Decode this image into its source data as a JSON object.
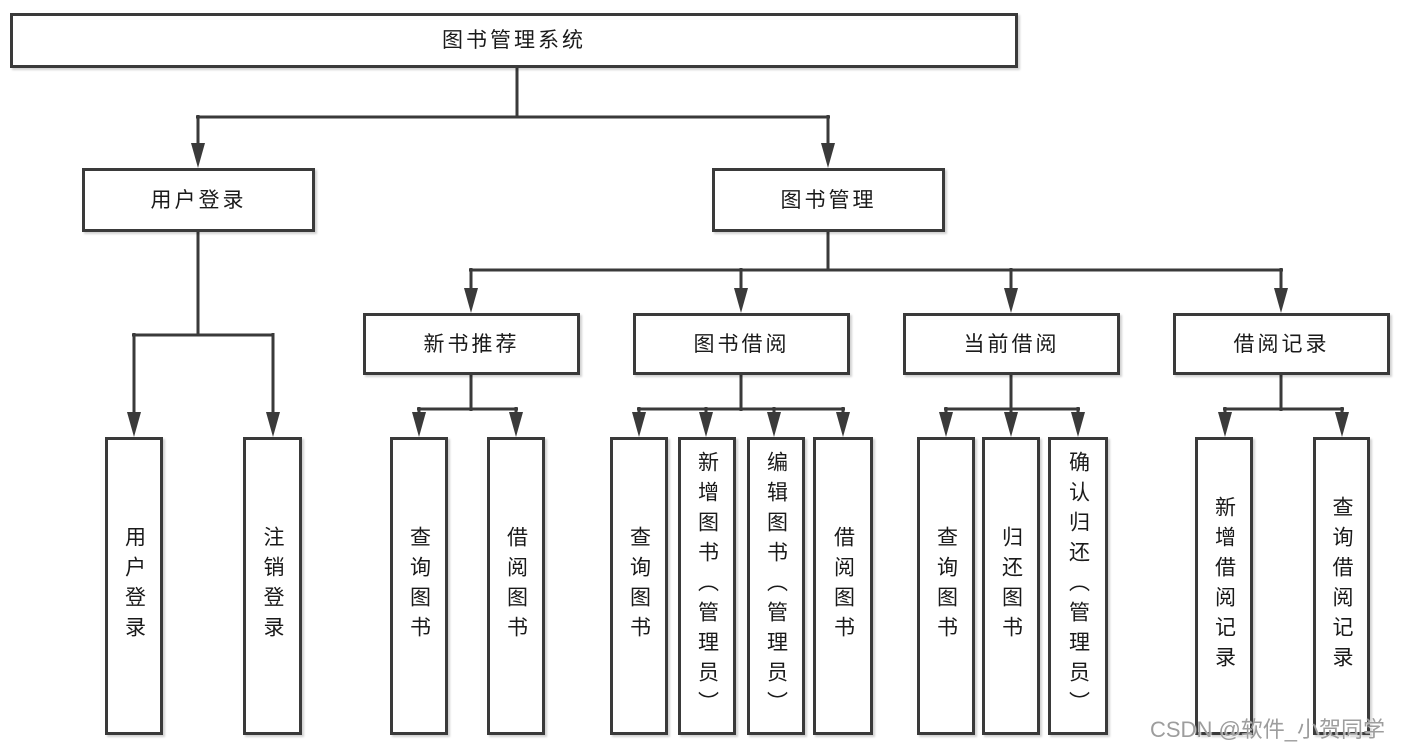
{
  "nodes": {
    "root": {
      "label": "图书管理系统"
    },
    "user_login": {
      "label": "用户登录"
    },
    "book_mgmt": {
      "label": "图书管理"
    },
    "new_book_rec": {
      "label": "新书推荐"
    },
    "book_borrow": {
      "label": "图书借阅"
    },
    "current_borrow": {
      "label": "当前借阅"
    },
    "borrow_records": {
      "label": "借阅记录"
    },
    "leaf_user_login": {
      "label": "用户登录"
    },
    "leaf_logout": {
      "label": "注销登录"
    },
    "leaf_rec_query_book": {
      "label": "查询图书"
    },
    "leaf_rec_borrow_book": {
      "label": "借阅图书"
    },
    "leaf_bor_query_book": {
      "label": "查询图书"
    },
    "leaf_bor_add_book": {
      "label": "新增图书（管理员）"
    },
    "leaf_bor_edit_book": {
      "label": "编辑图书（管理员）"
    },
    "leaf_bor_borrow_book": {
      "label": "借阅图书"
    },
    "leaf_cur_query_book": {
      "label": "查询图书"
    },
    "leaf_cur_return_book": {
      "label": "归还图书"
    },
    "leaf_cur_confirm_return": {
      "label": "确认归还（管理员）"
    },
    "leaf_rec_add_record": {
      "label": "新增借阅记录"
    },
    "leaf_rec_query_record": {
      "label": "查询借阅记录"
    }
  },
  "watermark": "CSDN @软件_小贺同学",
  "colors": {
    "line": "#3a3a3a",
    "text": "#1a1a1a",
    "watermark": "#9d9d9d",
    "background": "#ffffff"
  }
}
